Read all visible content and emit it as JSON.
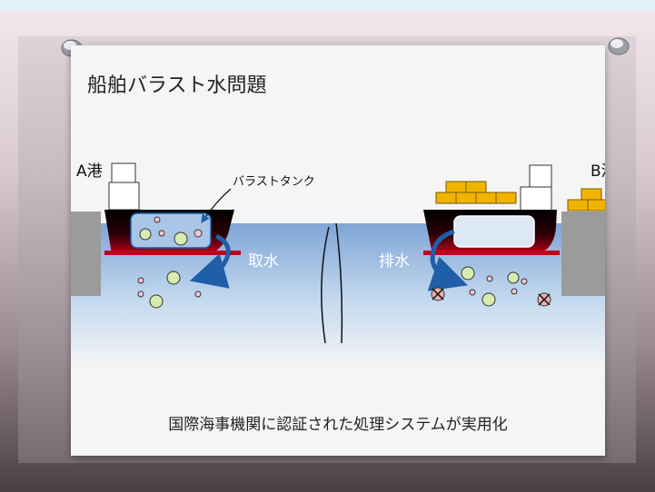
{
  "slide": {
    "title": "船舶バラスト水問題",
    "port_a": "A港",
    "port_b": "B港",
    "tank_label": "バラストタンク",
    "intake_label": "取水",
    "discharge_label": "排水",
    "caption": "国際海事機関に認証された処理システムが実用化"
  },
  "colors": {
    "water": "#a9c6e6",
    "hull": "#111111",
    "hull_red": "#c0001a",
    "cargo": "#f0b400",
    "organism": "#d8ebb0",
    "organism_dead": "#e8b0b0",
    "arrow": "#1f5fa8"
  }
}
